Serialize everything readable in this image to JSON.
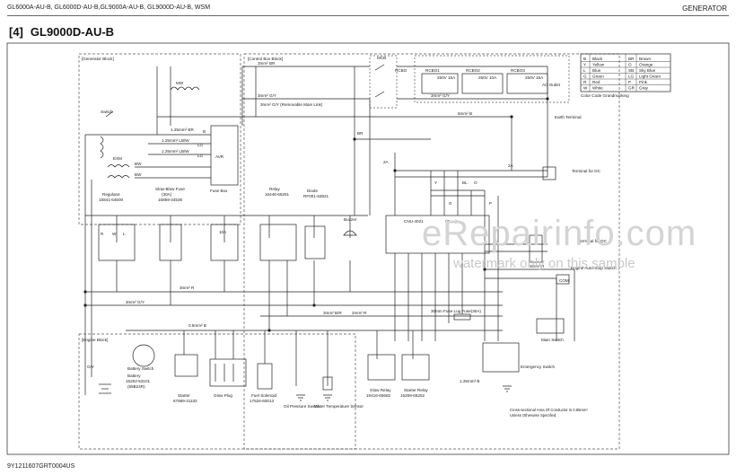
{
  "header": {
    "models": "GL6000A-AU-B, GL6000D-AU-B,GL9000A-AU-B, GL9000D-AU-B, WSM",
    "section": "GENERATOR"
  },
  "title": {
    "number": "[4]",
    "model": "GL9000D-AU-B"
  },
  "footer": {
    "code": "9Y1211607GRT0004US"
  },
  "blocks": {
    "generator": "[Generator Block]",
    "control": "[Control Box Block]",
    "engine": "[Engine Block]"
  },
  "components": {
    "mcb": "MCB",
    "mw": "MW",
    "exm": "EXM",
    "avr": "AVR",
    "switch": "Switch",
    "regulator": "Regulator",
    "regulator_pn": "15841-64600",
    "slow_blow": "Slow-Blow Fuse",
    "slow_blow_sub": "(30A)",
    "slow_blow_pn": "16859-34536",
    "fuse_box": "Fuse Box",
    "fuse_box_sub": "10A",
    "relay": "Relay",
    "relay_pn": "16446-65261",
    "diode": "Diode",
    "diode_pn": "RF001-63821",
    "buzzer": "Buzzer",
    "rcbo_1": "RCBO1",
    "rcbo_2": "RCBO2",
    "rcbo_3": "RCBO3",
    "amp_1": "250V 15A",
    "amp_2": "250V 10A",
    "amp_3": "250V 15A",
    "ac_outlet": "AC Outlet",
    "earth_terminal": "Earth Terminal",
    "terminal_dc": "Terminal for DC",
    "terminal_dc_2": "Terminal for DC",
    "lug_fuse": "30mm Fuse Lug Fuse(30A)",
    "engine_autostop": "Engine Auto-Stop Switch",
    "com": "COM",
    "main_switch": "Main Switch",
    "emergency_switch": "Emergency Switch",
    "starter": "Starter",
    "starter_pn": "67889-31102",
    "glow_plug": "Glow Plug",
    "fuel_solenoid": "Fuel Solenoid",
    "fuel_solenoid_pn": "17526-60013",
    "oil_pressure": "Oil Pressure Switch",
    "water_temp": "Water Temperature Sensor",
    "glow_relay": "Glow Relay",
    "glow_relay_pn": "16416-65682",
    "starter_relay": "Starter Relay",
    "starter_relay_pn": "16259-65252",
    "battery_switch": "Battery Switch",
    "battery": "Battery",
    "battery_pn": "15262-53101",
    "battery_sub": "(55B24R)",
    "rcbo_label": "RCBO",
    "control_unit": "CNU-4021",
    "unit_sub": "(Gen.)"
  },
  "wire_labels": {
    "w1": "3mm² BR",
    "w2": "3mm² G/Y",
    "w3": "3mm² G/Y (Removable Main Link)",
    "w4": "1.25mm² BR",
    "w5": "1.25mm² LB/W",
    "w6": "1.25mm² LB/W",
    "w7": "3mm² R",
    "w8": "3mm² G/Y",
    "w9": "5mm² B",
    "w10": "3mm² G/Y",
    "w11": "0.5mm² B",
    "w12": "3mm² B/R",
    "w13": "2A",
    "w14": "2A",
    "w15": "1.25mm² B",
    "w16": "3mm² R",
    "w17": "2mm² R"
  },
  "pins": {
    "lg": "LG",
    "bw": "BW",
    "br": "BR",
    "b": "B",
    "r": "R",
    "w": "W",
    "l": "L",
    "gy": "G/Y",
    "bl": "BL",
    "y": "Y",
    "o": "O",
    "p": "P",
    "g": "G"
  },
  "legend": {
    "title": "Color Code Grandmarking",
    "rows": [
      {
        "code1": "B",
        "name1": "Black",
        "code2": "BR",
        "name2": "Brown"
      },
      {
        "code1": "Y",
        "name1": "Yellow",
        "code2": "O",
        "name2": "Orange"
      },
      {
        "code1": "L",
        "name1": "Blue",
        "code2": "SB",
        "name2": "Sky Blue"
      },
      {
        "code1": "G",
        "name1": "Green",
        "code2": "LG",
        "name2": "Light Green"
      },
      {
        "code1": "R",
        "name1": "Red",
        "code2": "P",
        "name2": "Pink"
      },
      {
        "code1": "W",
        "name1": "White",
        "code2": "GR",
        "name2": "Gray"
      }
    ]
  },
  "note": {
    "line1": "Cross-sectional Area Of Conductor Is 0.85mm²",
    "line2": "Unless Otherwise Specified."
  },
  "watermark": {
    "main": "eRepairinfo.com",
    "sub": "watermark only on this sample"
  },
  "colors": {
    "line": "#222222",
    "dash": "#555555",
    "watermark": "#d0d0d0"
  }
}
